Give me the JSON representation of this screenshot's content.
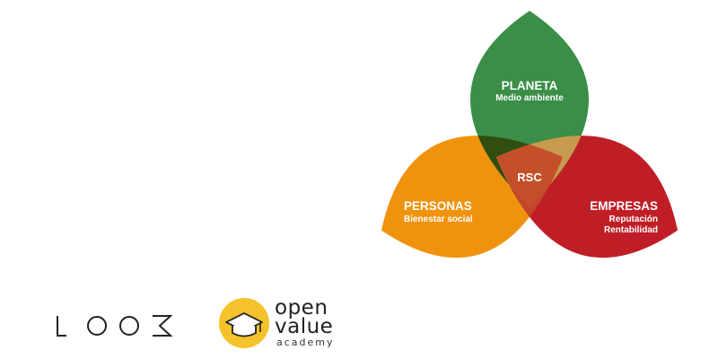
{
  "diagram": {
    "planeta": {
      "title": "PLANETA",
      "subtitle": "Medio ambiente",
      "color": "#3a8e47"
    },
    "personas": {
      "title": "PERSONAS",
      "subtitle": "Bienestar social",
      "color": "#ef930f"
    },
    "empresas": {
      "title": "EMPRESAS",
      "line1": "Reputación",
      "line2": "Rentabilidad",
      "color": "#c01e27"
    },
    "center": {
      "label": "RSC",
      "color": "#c4502a"
    },
    "overlaps": {
      "planeta_personas": "#2f4e10",
      "planeta_empresas": "#c79b4e",
      "personas_empresas": "#c2452c"
    }
  },
  "logos": {
    "loom": "LOOM",
    "open": "open",
    "value": "value",
    "academy": "academy",
    "accent": "#f4c22b",
    "cap_icon": "graduation-cap-icon"
  }
}
